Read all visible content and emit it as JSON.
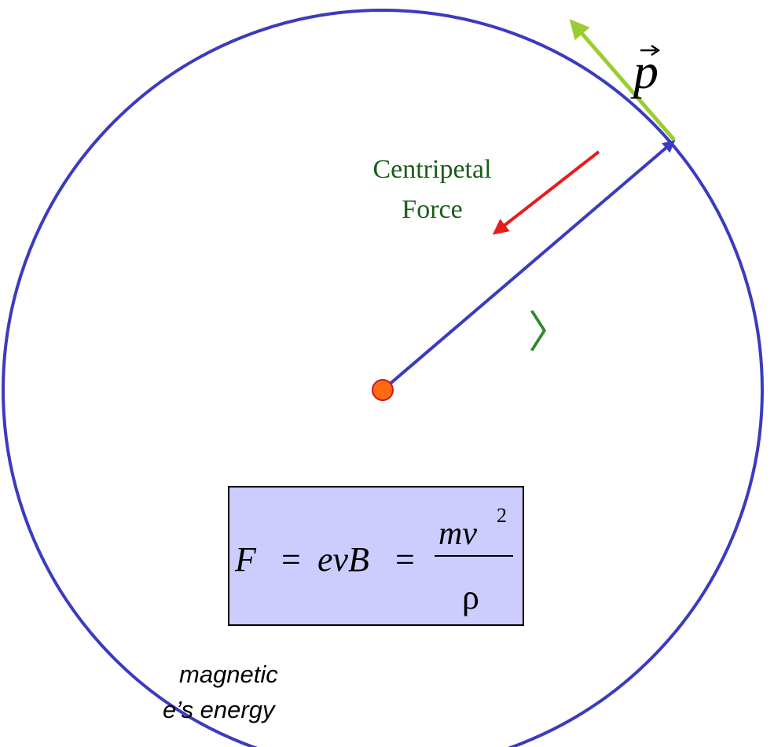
{
  "labels": {
    "momentum_symbol": "p",
    "force_label_line1": "Centripetal",
    "force_label_line2": "Force",
    "radius_symbol": "〉"
  },
  "formula": {
    "lhs": "F",
    "eq1": "=",
    "middle": "evB",
    "eq2": "=",
    "numerator": "mv",
    "exponent": "2",
    "denominator": "ρ"
  },
  "caption": {
    "line1": "magnetic",
    "line2": "e’s energy"
  },
  "colors": {
    "orbit": "#3b3bbf",
    "radius": "#3b3bbf",
    "momentum_arrow": "#9acd32",
    "force_arrow": "#e81c1c",
    "center_fill": "#ff6a13",
    "center_stroke": "#d01818",
    "force_text": "#1a5c1a",
    "radius_symbol": "#2e8b2e",
    "formula_box_fill": "#ccccff",
    "formula_box_stroke": "#000000"
  },
  "icons": {
    "center": "orange-dot",
    "momentum": "green-arrow",
    "force": "red-arrow"
  }
}
